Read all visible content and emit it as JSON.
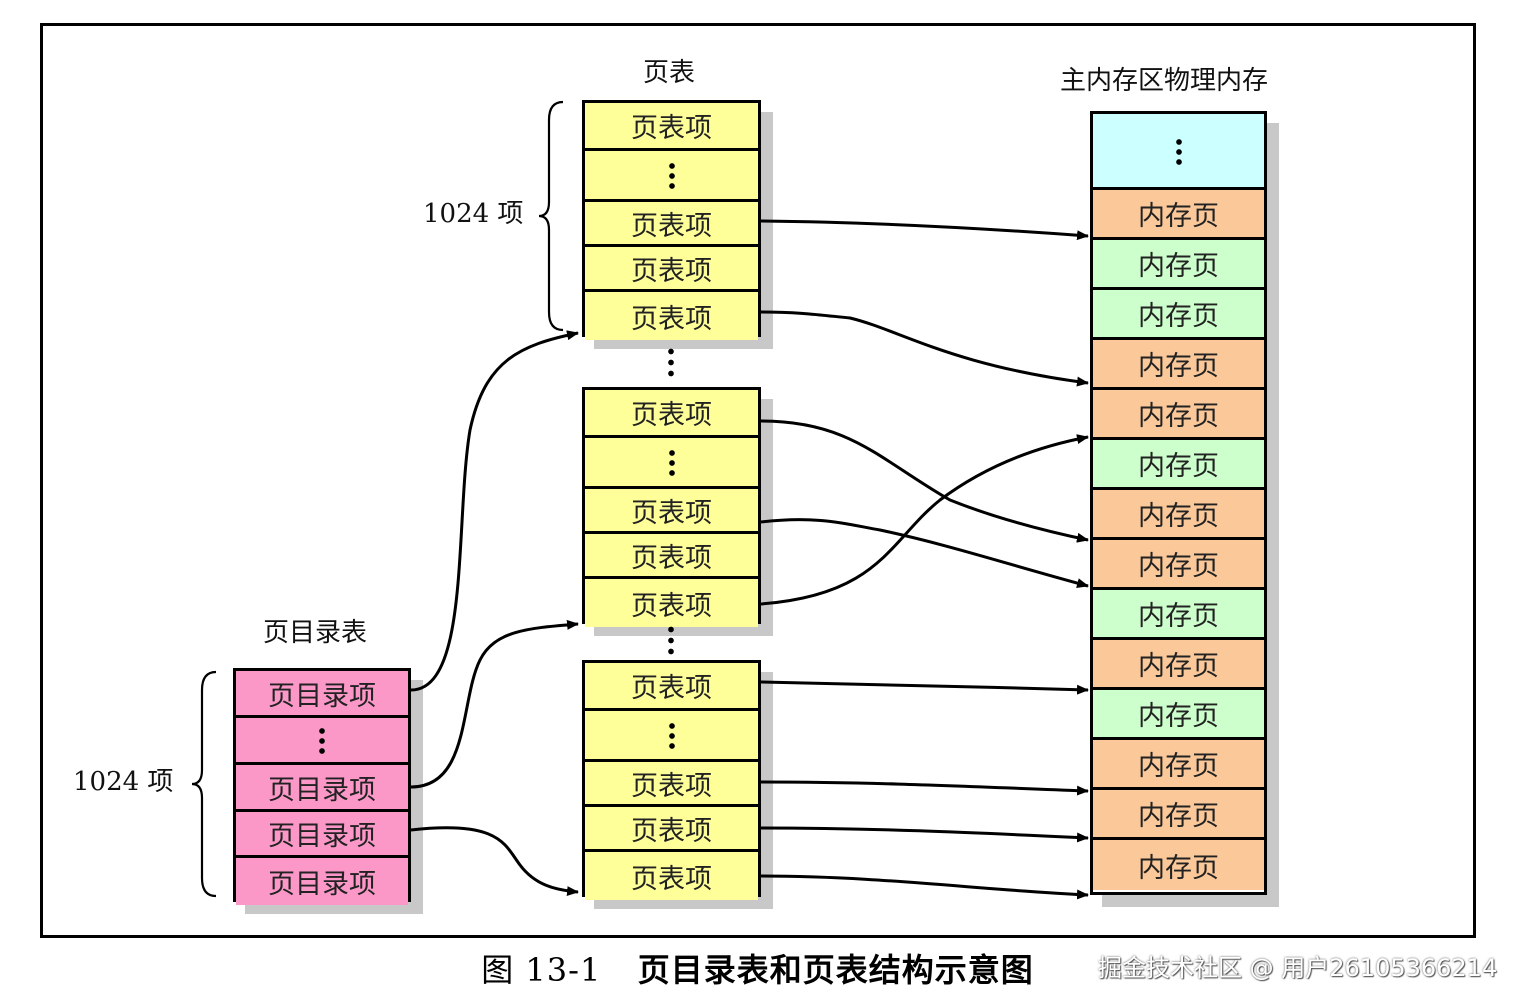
{
  "titles": {
    "page_table": "页表",
    "physical_memory": "主内存区物理内存",
    "page_directory": "页目录表"
  },
  "counts": {
    "page_table_entries": "1024 项",
    "page_directory_entries": "1024 项"
  },
  "page_directory": {
    "rows": [
      "页目录项",
      "⋮",
      "页目录项",
      "页目录项",
      "页目录项"
    ],
    "color": "#fb98c8"
  },
  "page_tables": [
    {
      "rows": [
        "页表项",
        "⋮",
        "页表项",
        "页表项",
        "页表项"
      ]
    },
    {
      "rows": [
        "页表项",
        "⋮",
        "页表项",
        "页表项",
        "页表项"
      ]
    },
    {
      "rows": [
        "页表项",
        "⋮",
        "页表项",
        "页表项",
        "页表项"
      ]
    }
  ],
  "page_table_color": "#ffff99",
  "memory": {
    "top_label": "⋮",
    "top_color": "#ccffff",
    "page_label": "内存页",
    "pages": [
      "orange",
      "green",
      "green",
      "orange",
      "orange",
      "green",
      "orange",
      "orange",
      "green",
      "orange",
      "green",
      "orange",
      "orange",
      "orange"
    ],
    "colors": {
      "orange": "#fbc899",
      "green": "#ccffcc"
    }
  },
  "caption": {
    "figure_number": "图 13-1",
    "text": "页目录表和页表结构示意图"
  },
  "watermark": "掘金技术社区 @ 用户26105366214"
}
